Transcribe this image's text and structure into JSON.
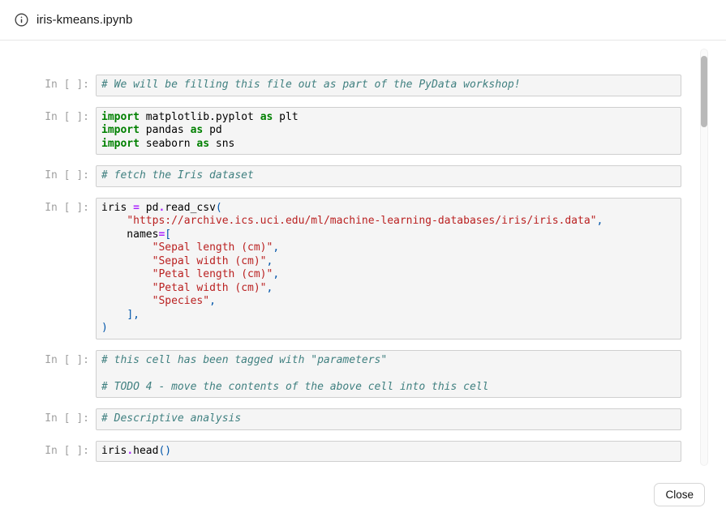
{
  "header": {
    "title": "iris-kmeans.ipynb"
  },
  "icons": {
    "header_icon": "info-circle-icon"
  },
  "footer": {
    "close_label": "Close"
  },
  "colors": {
    "keyword": "#008000",
    "comment": "#408080",
    "string": "#BA2121",
    "operator": "#AA22FF",
    "punctuation": "#0055AA",
    "plain": "#000000",
    "cell-bg": "#f5f5f5",
    "cell-border": "#cfcfcf",
    "prompt": "#a0a0a0"
  },
  "notebook": {
    "prompt_label": "In [ ]:",
    "cells": [
      {
        "lines": [
          [
            {
              "t": "# We will be filling this file out as part of the PyData workshop!",
              "c": "c"
            }
          ]
        ]
      },
      {
        "lines": [
          [
            {
              "t": "import",
              "c": "k"
            },
            {
              "t": " matplotlib.pyplot ",
              "c": "n"
            },
            {
              "t": "as",
              "c": "k"
            },
            {
              "t": " plt",
              "c": "n"
            }
          ],
          [
            {
              "t": "import",
              "c": "k"
            },
            {
              "t": " pandas ",
              "c": "n"
            },
            {
              "t": "as",
              "c": "k"
            },
            {
              "t": " pd",
              "c": "n"
            }
          ],
          [
            {
              "t": "import",
              "c": "k"
            },
            {
              "t": " seaborn ",
              "c": "n"
            },
            {
              "t": "as",
              "c": "k"
            },
            {
              "t": " sns",
              "c": "n"
            }
          ]
        ]
      },
      {
        "lines": [
          [
            {
              "t": "# fetch the Iris dataset",
              "c": "c"
            }
          ]
        ]
      },
      {
        "lines": [
          [
            {
              "t": "iris ",
              "c": "n"
            },
            {
              "t": "=",
              "c": "o"
            },
            {
              "t": " pd",
              "c": "n"
            },
            {
              "t": ".",
              "c": "o"
            },
            {
              "t": "read_csv",
              "c": "n"
            },
            {
              "t": "(",
              "c": "p"
            }
          ],
          [
            {
              "t": "    ",
              "c": "n"
            },
            {
              "t": "\"https://archive.ics.uci.edu/ml/machine-learning-databases/iris/iris.data\"",
              "c": "s"
            },
            {
              "t": ",",
              "c": "p"
            }
          ],
          [
            {
              "t": "    names",
              "c": "n"
            },
            {
              "t": "=",
              "c": "o"
            },
            {
              "t": "[",
              "c": "p"
            }
          ],
          [
            {
              "t": "        ",
              "c": "n"
            },
            {
              "t": "\"Sepal length (cm)\"",
              "c": "s"
            },
            {
              "t": ",",
              "c": "p"
            }
          ],
          [
            {
              "t": "        ",
              "c": "n"
            },
            {
              "t": "\"Sepal width (cm)\"",
              "c": "s"
            },
            {
              "t": ",",
              "c": "p"
            }
          ],
          [
            {
              "t": "        ",
              "c": "n"
            },
            {
              "t": "\"Petal length (cm)\"",
              "c": "s"
            },
            {
              "t": ",",
              "c": "p"
            }
          ],
          [
            {
              "t": "        ",
              "c": "n"
            },
            {
              "t": "\"Petal width (cm)\"",
              "c": "s"
            },
            {
              "t": ",",
              "c": "p"
            }
          ],
          [
            {
              "t": "        ",
              "c": "n"
            },
            {
              "t": "\"Species\"",
              "c": "s"
            },
            {
              "t": ",",
              "c": "p"
            }
          ],
          [
            {
              "t": "    ",
              "c": "n"
            },
            {
              "t": "],",
              "c": "p"
            }
          ],
          [
            {
              "t": ")",
              "c": "p"
            }
          ]
        ]
      },
      {
        "lines": [
          [
            {
              "t": "# this cell has been tagged with \"parameters\"",
              "c": "c"
            }
          ],
          [
            {
              "t": " ",
              "c": "n"
            }
          ],
          [
            {
              "t": "# TODO 4 - move the contents of the above cell into this cell",
              "c": "c"
            }
          ]
        ]
      },
      {
        "lines": [
          [
            {
              "t": "# Descriptive analysis",
              "c": "c"
            }
          ]
        ]
      },
      {
        "lines": [
          [
            {
              "t": "iris",
              "c": "n"
            },
            {
              "t": ".",
              "c": "o"
            },
            {
              "t": "head",
              "c": "n"
            },
            {
              "t": "()",
              "c": "p"
            }
          ]
        ]
      }
    ]
  }
}
